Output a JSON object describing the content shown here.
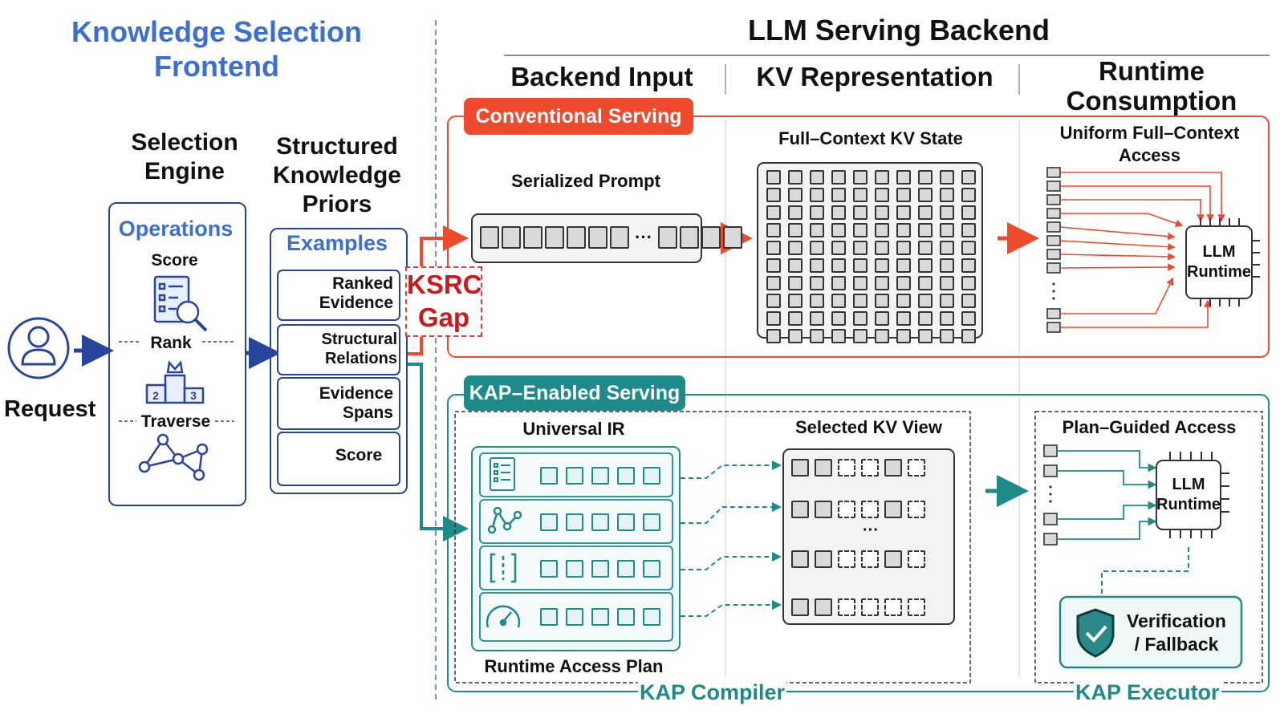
{
  "frontend": {
    "title_line1": "Knowledge Selection",
    "title_line2": "Frontend",
    "request_label": "Request",
    "selection_engine": {
      "heading_line1": "Selection",
      "heading_line2": "Engine",
      "panel_title": "Operations",
      "ops": [
        "Score",
        "Rank",
        "Traverse"
      ]
    },
    "priors": {
      "heading_line1": "Structured",
      "heading_line2": "Knowledge",
      "heading_line3": "Priors",
      "panel_title": "Examples",
      "items": [
        {
          "line1": "Ranked",
          "line2": "Evidence",
          "icon": "list-icon"
        },
        {
          "line1": "Structural",
          "line2": "Relations",
          "icon": "graph-icon"
        },
        {
          "line1": "Evidence",
          "line2": "Spans",
          "icon": "span-bracket-icon"
        },
        {
          "line1": "Score",
          "line2": "",
          "icon": "bar-chart-icon"
        }
      ]
    }
  },
  "gap": {
    "line1": "KSRC",
    "line2": "Gap"
  },
  "backend": {
    "title": "LLM Serving Backend",
    "col1": "Backend Input",
    "col2": "KV Representation",
    "col3_line1": "Runtime",
    "col3_line2": "Consumption",
    "conventional": {
      "banner": "Conventional Serving",
      "serialized_prompt": "Serialized Prompt",
      "ellipsis": "···",
      "kv_state": "Full–Context KV State",
      "access_line1": "Uniform Full–Context",
      "access_line2": "Access",
      "runtime_line1": "LLM",
      "runtime_line2": "Runtime"
    },
    "kap": {
      "banner": "KAP–Enabled Serving",
      "universal_ir": "Universal IR",
      "selected_kv": "Selected KV View",
      "kv_ellipsis": "···",
      "plan_access": "Plan–Guided Access",
      "runtime_line1": "LLM",
      "runtime_line2": "Runtime",
      "verify_line1": "Verification",
      "verify_line2": "/ Fallback",
      "access_plan": "Runtime Access Plan",
      "compiler": "KAP Compiler",
      "executor": "KAP Executor"
    }
  },
  "colors": {
    "blue": "#27459b",
    "light_blue": "#3b6fd0",
    "red": "#f04a2d",
    "teal": "#1e8a8a"
  }
}
